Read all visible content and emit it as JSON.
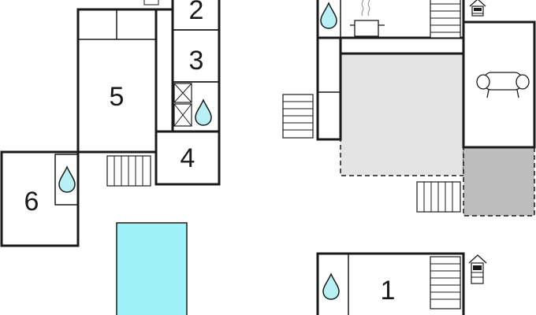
{
  "floor_plan": {
    "rooms": [
      {
        "id": "room-1",
        "label": "1"
      },
      {
        "id": "room-2",
        "label": "2"
      },
      {
        "id": "room-3",
        "label": "3"
      },
      {
        "id": "room-4",
        "label": "4"
      },
      {
        "id": "room-5",
        "label": "5"
      },
      {
        "id": "room-6",
        "label": "6"
      }
    ],
    "icons": [
      "water-drop-icon",
      "stairs-icon",
      "fireplace-icon",
      "sofa-icon",
      "stove-icon"
    ],
    "colors": {
      "wall": "#1a1a1a",
      "water": "#b9f0f5",
      "pool": "#9ff3f8",
      "terrace_light": "#e4e4e4",
      "terrace_dark": "#bdbdbd"
    }
  }
}
